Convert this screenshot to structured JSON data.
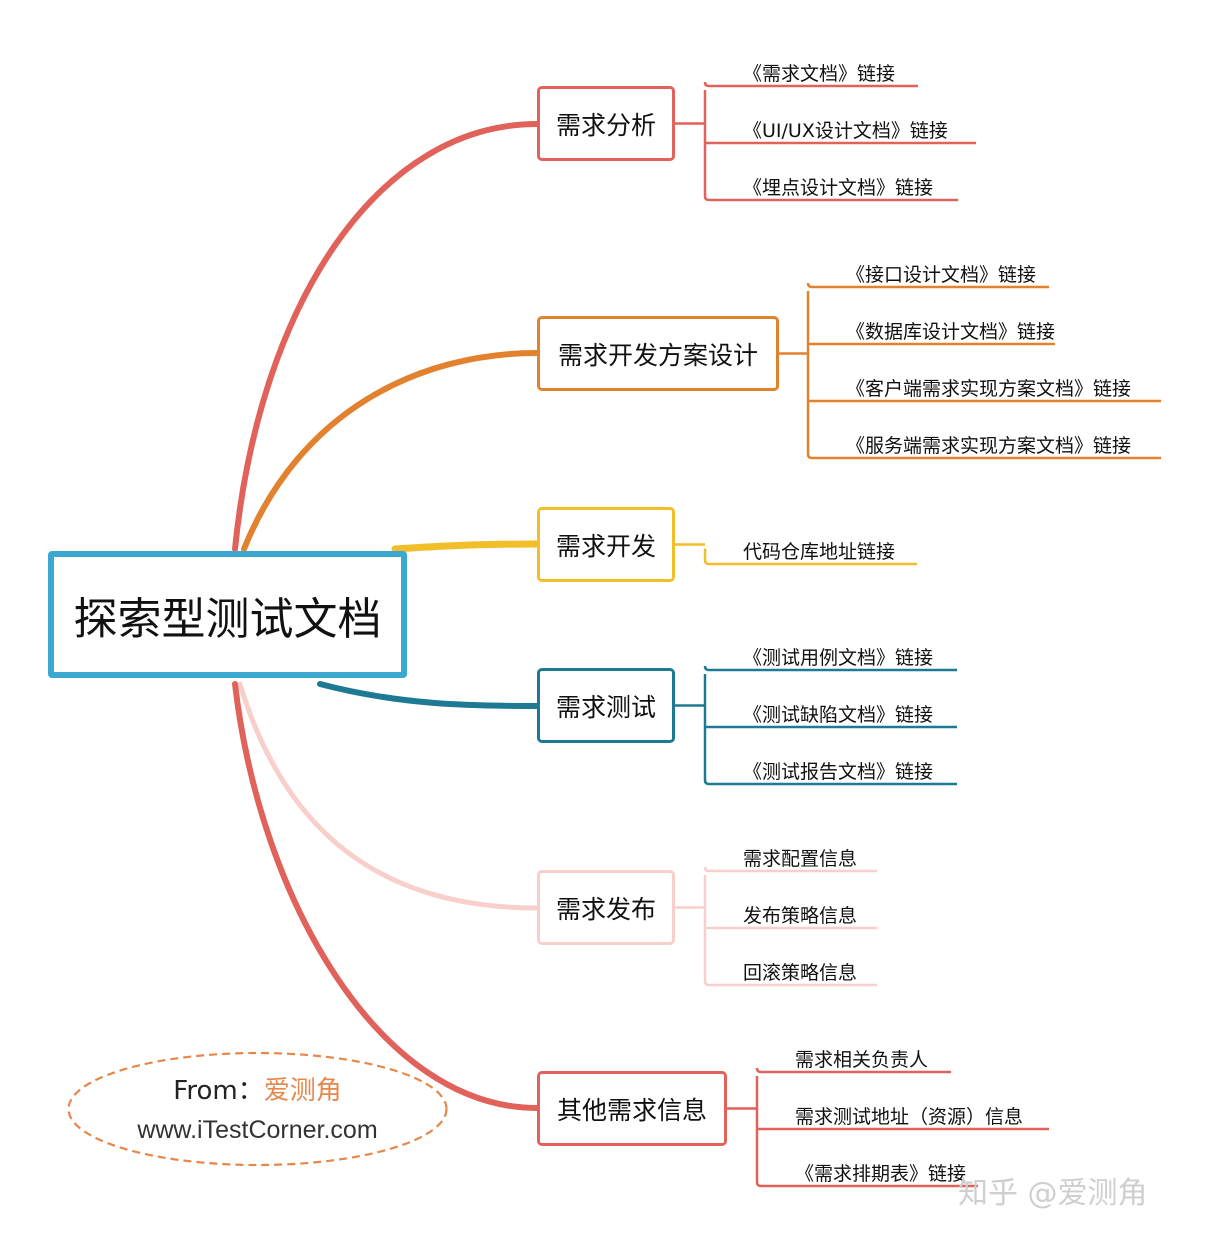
{
  "root": {
    "title": "探索型测试文档",
    "color": "#3AA8CF"
  },
  "branches": [
    {
      "label": "需求分析",
      "color": "#E0625A",
      "leaves": [
        "《需求文档》链接",
        "《UI/UX设计文档》链接",
        "《埋点设计文档》链接"
      ]
    },
    {
      "label": "需求开发方案设计",
      "color": "#E2822E",
      "leaves": [
        "《接口设计文档》链接",
        "《数据库设计文档》链接",
        "《客户端需求实现方案文档》链接",
        "《服务端需求实现方案文档》链接"
      ]
    },
    {
      "label": "需求开发",
      "color": "#F2BE2A",
      "leaves": [
        "代码仓库地址链接"
      ]
    },
    {
      "label": "需求测试",
      "color": "#1E7A94",
      "leaves": [
        "《测试用例文档》链接",
        "《测试缺陷文档》链接",
        "《测试报告文档》链接"
      ]
    },
    {
      "label": "需求发布",
      "color": "#F8CFCB",
      "leaves": [
        "需求配置信息",
        "发布策略信息",
        "回滚策略信息"
      ]
    },
    {
      "label": "其他需求信息",
      "color": "#E0625A",
      "leaves": [
        "需求相关负责人",
        "需求测试地址（资源）信息",
        "《需求排期表》链接"
      ]
    }
  ],
  "credit": {
    "from_label": "From：",
    "author": "爱测角",
    "website": "www.iTestCorner.com",
    "border_color": "#E6874B"
  },
  "watermark": "知乎 @爱测角"
}
